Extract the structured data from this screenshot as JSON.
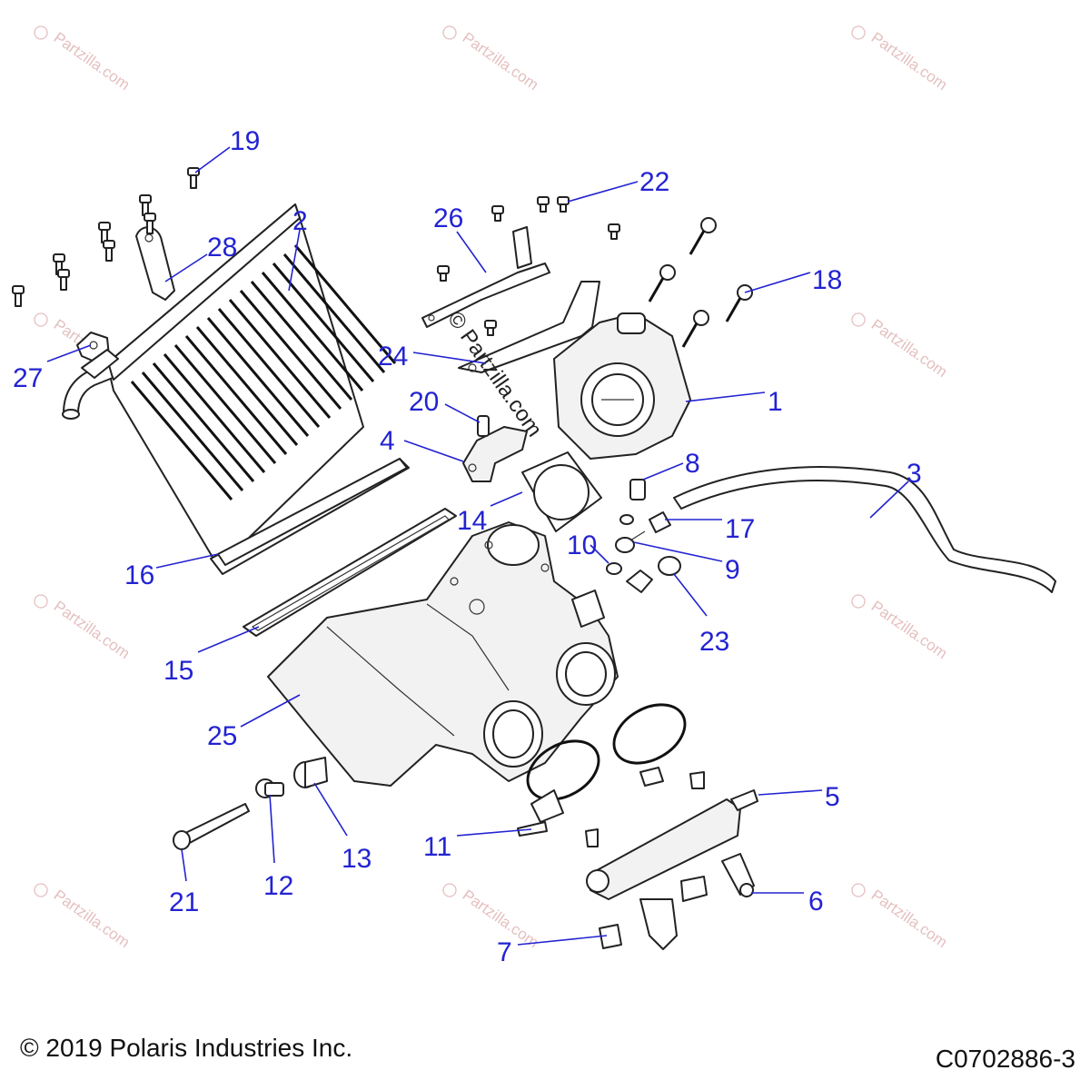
{
  "watermark_text": "Partzilla.com",
  "center_watermark": "© Partzilla.com",
  "copyright": "© 2019 Polaris Industries Inc.",
  "diagram_code": "C0702886-3",
  "callouts": [
    {
      "id": "1",
      "label": "1"
    },
    {
      "id": "2",
      "label": "2"
    },
    {
      "id": "3",
      "label": "3"
    },
    {
      "id": "4",
      "label": "4"
    },
    {
      "id": "5",
      "label": "5"
    },
    {
      "id": "6",
      "label": "6"
    },
    {
      "id": "7",
      "label": "7"
    },
    {
      "id": "8",
      "label": "8"
    },
    {
      "id": "9",
      "label": "9"
    },
    {
      "id": "10",
      "label": "10"
    },
    {
      "id": "11",
      "label": "11"
    },
    {
      "id": "12",
      "label": "12"
    },
    {
      "id": "13",
      "label": "13"
    },
    {
      "id": "14",
      "label": "14"
    },
    {
      "id": "15",
      "label": "15"
    },
    {
      "id": "16",
      "label": "16"
    },
    {
      "id": "17",
      "label": "17"
    },
    {
      "id": "18",
      "label": "18"
    },
    {
      "id": "19",
      "label": "19"
    },
    {
      "id": "20",
      "label": "20"
    },
    {
      "id": "21",
      "label": "21"
    },
    {
      "id": "22",
      "label": "22"
    },
    {
      "id": "23",
      "label": "23"
    },
    {
      "id": "24",
      "label": "24"
    },
    {
      "id": "25",
      "label": "25"
    },
    {
      "id": "26",
      "label": "26"
    },
    {
      "id": "27",
      "label": "27"
    },
    {
      "id": "28",
      "label": "28"
    }
  ],
  "colors": {
    "callout": "#2323d2",
    "watermark": "#d08c8c",
    "line": "#222222"
  }
}
